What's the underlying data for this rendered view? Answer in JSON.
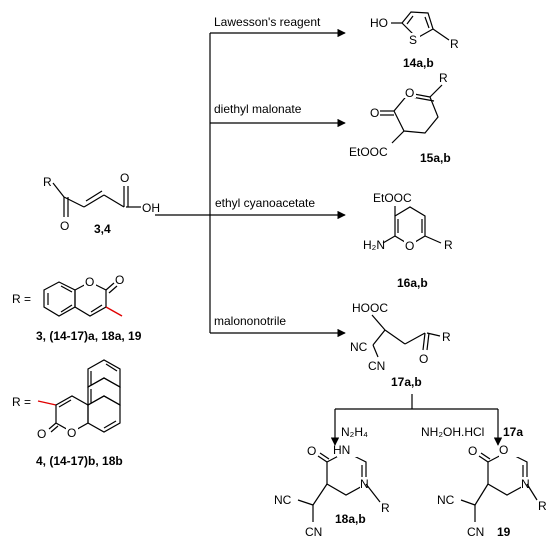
{
  "reagents": {
    "lawesson": "Lawesson's reagent",
    "malonate": "diethyl malonate",
    "cyanoacetate": "ethyl cyanoacetate",
    "malononitrile": "malononotrile",
    "hydrazine": "N₂H₄",
    "hydroxylamine": "NH₂OH.HCl",
    "reagent_17a": "17a"
  },
  "compounds": {
    "start": "3,4",
    "c14": "14a,b",
    "c15": "15a,b",
    "c16": "16a,b",
    "c17": "17a,b",
    "c18": "18a,b",
    "c19": "19",
    "r_def1": "3, (14-17)a, 18a, 19",
    "r_def2": "4, (14-17)b, 18b"
  },
  "atoms": {
    "R": "R",
    "R_eq": "R =",
    "O": "O",
    "OH": "OH",
    "HO": "HO",
    "S": "S",
    "EtOOC": "EtOOC",
    "H2N": "H₂N",
    "HOOC": "HOOC",
    "NC": "NC",
    "CN": "CN",
    "HN": "HN",
    "N": "N"
  },
  "colors": {
    "substituent_bond": "#e00000",
    "ink": "#000000"
  }
}
